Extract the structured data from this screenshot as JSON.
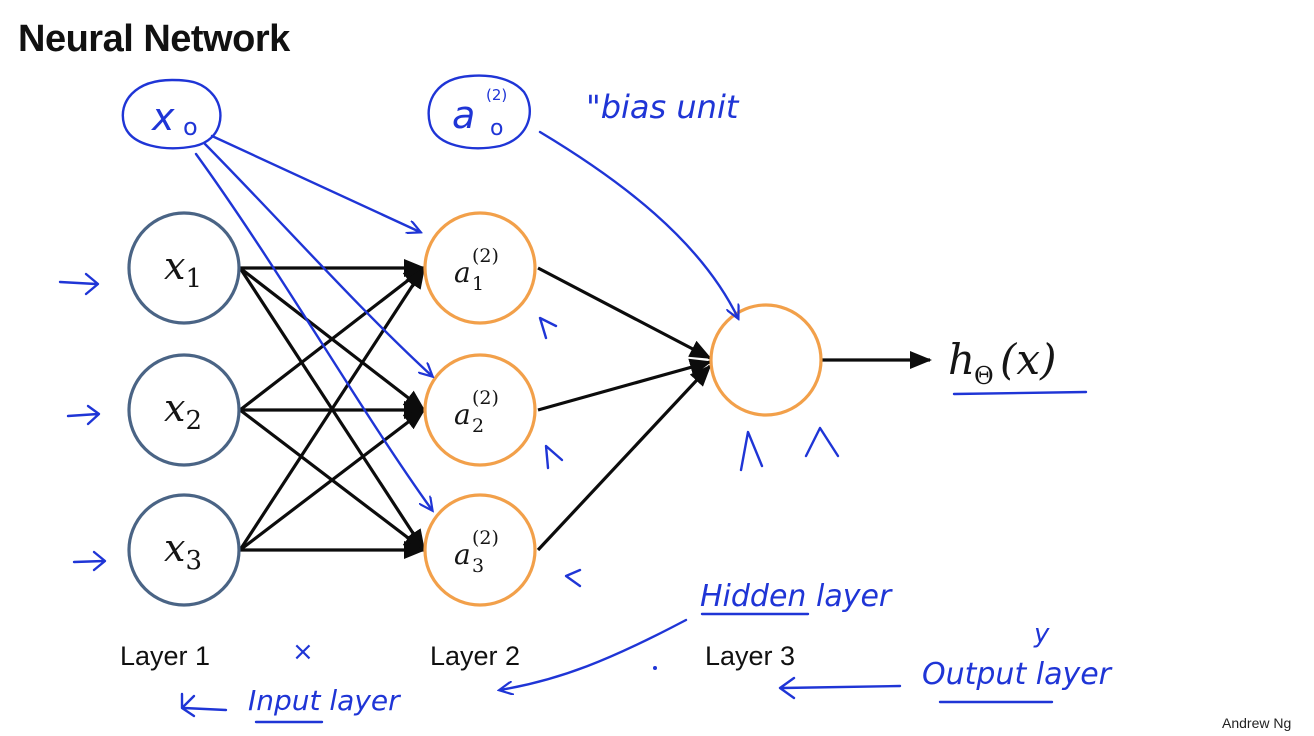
{
  "title": "Neural Network",
  "nodes": {
    "input": [
      {
        "var": "x",
        "sub": "1"
      },
      {
        "var": "x",
        "sub": "2"
      },
      {
        "var": "x",
        "sub": "3"
      }
    ],
    "hidden": [
      {
        "var": "a",
        "sup": "(2)",
        "sub": "1"
      },
      {
        "var": "a",
        "sup": "(2)",
        "sub": "2"
      },
      {
        "var": "a",
        "sup": "(2)",
        "sub": "3"
      }
    ],
    "output_label": {
      "fn": "h",
      "sub": "Θ",
      "arg": "(x)"
    }
  },
  "layer_labels": [
    "Layer 1",
    "Layer 2",
    "Layer 3"
  ],
  "annotations": {
    "bias_input": {
      "var": "x",
      "sub": "o"
    },
    "bias_hidden": {
      "var": "a",
      "sup": "(2)",
      "sub": "o"
    },
    "bias_note": "\"bias unit",
    "hidden_note": "Hidden layer",
    "input_note": "Input layer",
    "output_note": "Output layer",
    "output_y": "y",
    "input_x": "×"
  },
  "credit": "Andrew Ng",
  "colors": {
    "input_stroke": "#4a6485",
    "hidden_stroke": "#f2a04a",
    "ink": "#1f35d6",
    "edge": "#0c0c0c"
  }
}
